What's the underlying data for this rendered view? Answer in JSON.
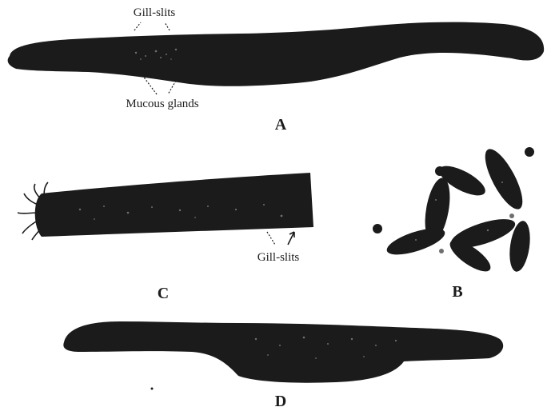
{
  "figure": {
    "panels": {
      "a": {
        "letter": "A",
        "labels": {
          "gill_slits": "Gill-slits",
          "mucous_glands": "Mucous glands"
        }
      },
      "b": {
        "letter": "B"
      },
      "c": {
        "letter": "C",
        "labels": {
          "gill_slits": "Gill-slits"
        }
      },
      "d": {
        "letter": "D"
      }
    }
  }
}
